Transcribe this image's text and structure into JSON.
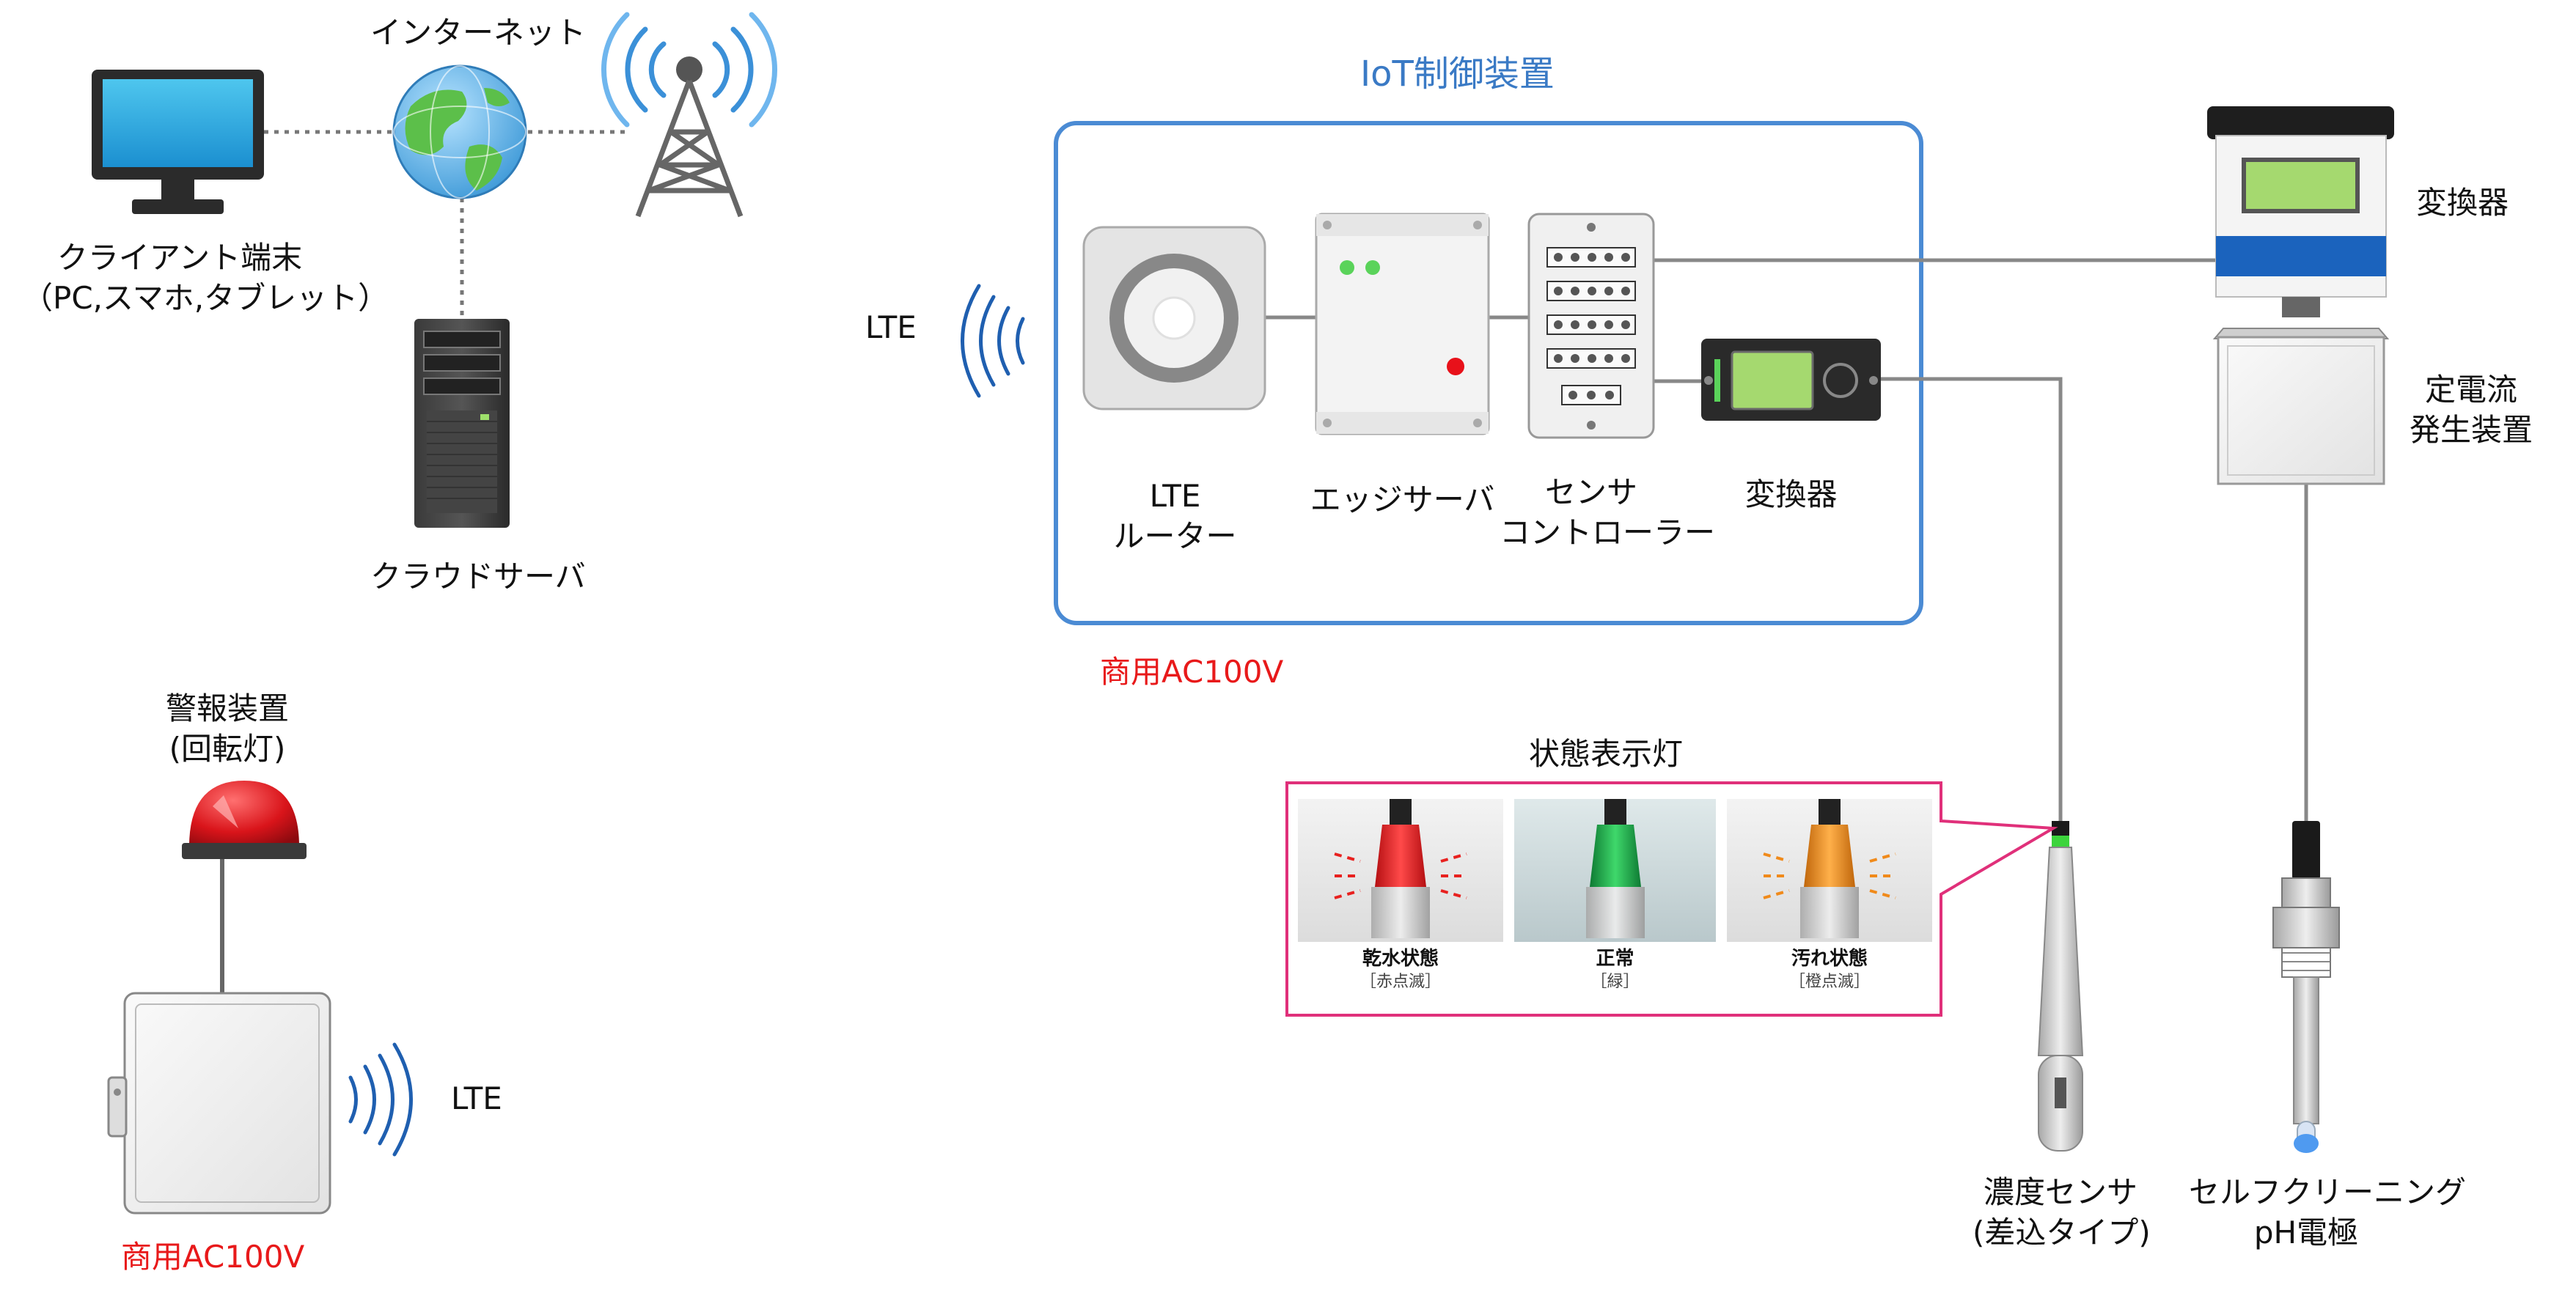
{
  "labels": {
    "internet": "インターネット",
    "client_line1": "クライアント端末",
    "client_line2": "（PC,スマホ,タブレット）",
    "cloud_server": "クラウドサーバ",
    "alarm_line1": "警報装置",
    "alarm_line2": "(回転灯)",
    "lte_alarm": "LTE",
    "power_alarm": "商用AC100V",
    "iot_title": "IoT制御装置",
    "lte_main": "LTE",
    "lte_router_line1": "LTE",
    "lte_router_line2": "ルーター",
    "edge_server": "エッジサーバ",
    "sensor_ctrl_line1": "センサ",
    "sensor_ctrl_line2": "コントローラー",
    "converter_inner": "変換器",
    "power_iot": "商用AC100V",
    "converter_right": "変換器",
    "const_current_line1": "定電流",
    "const_current_line2": "発生装置",
    "status_lamp_title": "状態表示灯",
    "status_dry": "乾水状態",
    "status_dry_sub": "［赤点滅］",
    "status_normal": "正常",
    "status_normal_sub": "［緑］",
    "status_dirty": "汚れ状態",
    "status_dirty_sub": "［橙点滅］",
    "conc_sensor_line1": "濃度センサ",
    "conc_sensor_line2": "(差込タイプ)",
    "ph_line1": "セルフクリーニング",
    "ph_line2": "pH電極"
  },
  "colors": {
    "iot_frame": "#4b8bd4",
    "power_text": "#e8191a",
    "lamp_frame": "#e0307a",
    "wave": "#1f5fb0",
    "line": "#999999",
    "dotted": "#777777",
    "lamp_red": "#e8211f",
    "lamp_green": "#1fb04a",
    "lamp_orange": "#f08a1a"
  },
  "icons": [
    "monitor-icon",
    "globe-icon",
    "antenna-tower-icon",
    "tower-server-icon",
    "rotating-beacon-icon",
    "enclosure-box-icon",
    "lte-router-icon",
    "edge-server-icon",
    "terminal-block-icon",
    "converter-display-icon",
    "wireless-wave-icon",
    "ph-electrode-icon",
    "concentration-sensor-icon"
  ]
}
